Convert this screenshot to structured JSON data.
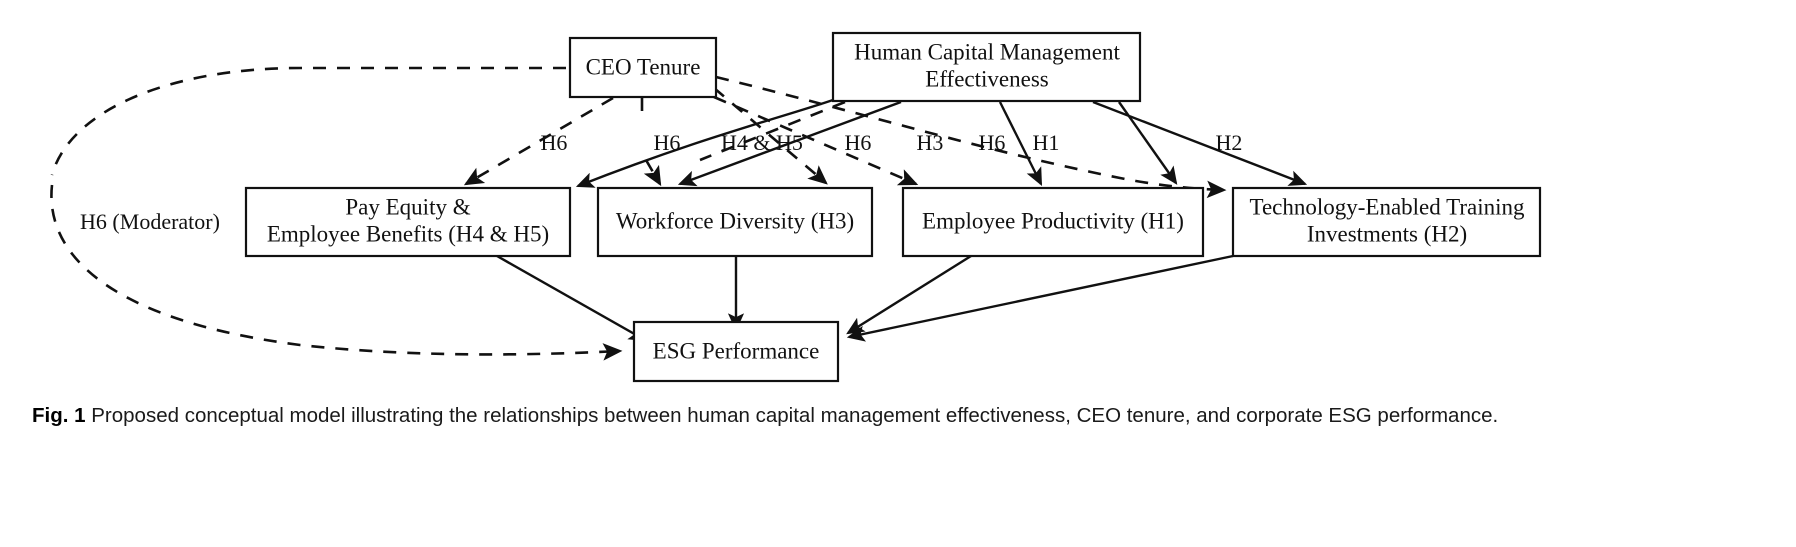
{
  "figure": {
    "caption_label": "Fig. 1",
    "caption_text": "Proposed conceptual model illustrating the relationships between human capital management effectiveness, CEO tenure, and corporate ESG performance."
  },
  "nodes": {
    "ceo_tenure": {
      "line1": "CEO Tenure"
    },
    "hcm_effectiveness": {
      "line1": "Human Capital Management",
      "line2": "Effectiveness"
    },
    "pay_equity": {
      "line1": "Pay Equity &",
      "line2": "Employee Benefits (H4 & H5)"
    },
    "workforce_diversity": {
      "line1": "Workforce Diversity (H3)"
    },
    "employee_productivity": {
      "line1": "Employee Productivity (H1)"
    },
    "technology_training": {
      "line1": "Technology-Enabled Training",
      "line2": "Investments (H2)"
    },
    "esg_performance": {
      "line1": "ESG Performance"
    }
  },
  "edge_labels": {
    "h6_a": "H6",
    "h6_b": "H6",
    "h4_h5": "H4 & H5",
    "h6_c": "H6",
    "h3": "H3",
    "h6_d": "H6",
    "h1": "H1",
    "h2": "H2",
    "moderator": "H6 (Moderator)"
  },
  "style": {
    "line_color": "#111111",
    "box_fill": "#ffffff",
    "background": "#ffffff"
  }
}
